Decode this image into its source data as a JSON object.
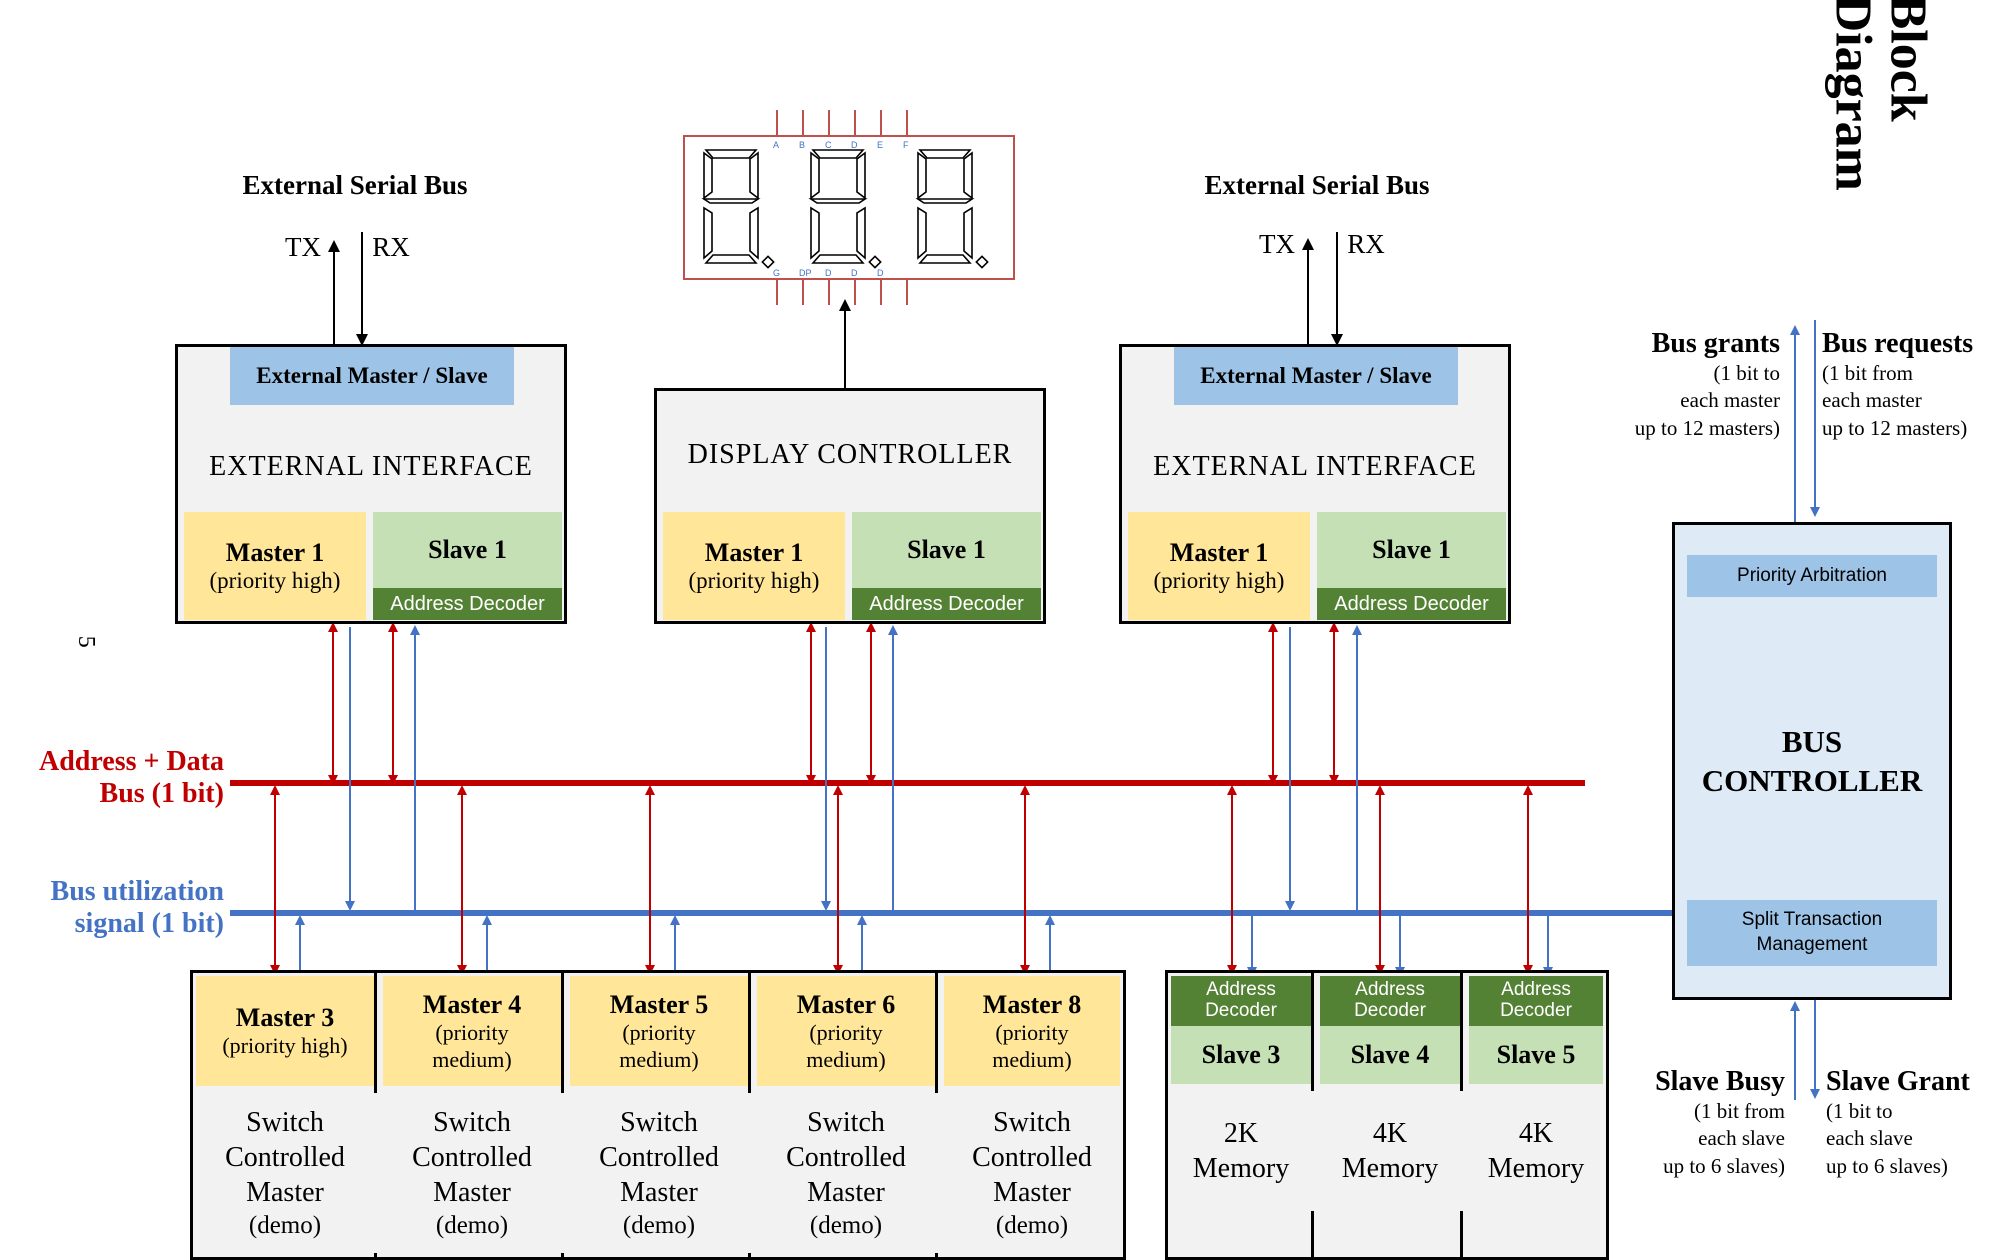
{
  "title": "Block Diagram",
  "page_number": "5",
  "ext_left": {
    "bus_label": "External Serial Bus",
    "tx": "TX",
    "rx": "RX",
    "master_slave": "External Master / Slave",
    "name": "EXTERNAL  INTERFACE",
    "master": "Master 1",
    "master_priority": "(priority  high)",
    "slave": "Slave 1",
    "decoder": "Address Decoder"
  },
  "display": {
    "name": "DISPLAY  CONTROLLER",
    "master": "Master 1",
    "master_priority": "(priority  high)",
    "slave": "Slave 1",
    "decoder": "Address Decoder",
    "seg_top_labels": [
      "A",
      "B",
      "C",
      "D",
      "E",
      "F"
    ],
    "seg_bottom_labels": [
      "G",
      "DP",
      "D",
      "D",
      "D"
    ]
  },
  "ext_right": {
    "bus_label": "External Serial Bus",
    "tx": "TX",
    "rx": "RX",
    "master_slave": "External Master / Slave",
    "name": "EXTERNAL  INTERFACE",
    "master": "Master 1",
    "master_priority": "(priority  high)",
    "slave": "Slave 1",
    "decoder": "Address Decoder"
  },
  "buses": {
    "addr_line1": "Address + Data",
    "addr_line2": "Bus (1 bit)",
    "util_line1": "Bus utilization",
    "util_line2": "signal (1 bit)",
    "addr_color": "#c00000",
    "util_color": "#4472c4"
  },
  "bottom_masters": [
    {
      "name": "Master 3",
      "priority": [
        "(priority  high)"
      ],
      "desc": [
        "Switch",
        "Controlled",
        "Master",
        "(demo)"
      ]
    },
    {
      "name": "Master 4",
      "priority": [
        "(priority",
        "medium)"
      ],
      "desc": [
        "Switch",
        "Controlled",
        "Master",
        "(demo)"
      ]
    },
    {
      "name": "Master 5",
      "priority": [
        "(priority",
        "medium)"
      ],
      "desc": [
        "Switch",
        "Controlled",
        "Master",
        "(demo)"
      ]
    },
    {
      "name": "Master 6",
      "priority": [
        "(priority",
        "medium)"
      ],
      "desc": [
        "Switch",
        "Controlled",
        "Master",
        "(demo)"
      ]
    },
    {
      "name": "Master 8",
      "priority": [
        "(priority",
        "medium)"
      ],
      "desc": [
        "Switch",
        "Controlled",
        "Master",
        "(demo)"
      ]
    }
  ],
  "bottom_slaves": [
    {
      "decoder": [
        "Address",
        "Decoder"
      ],
      "name": "Slave 3",
      "mem": [
        "2K",
        "Memory"
      ]
    },
    {
      "decoder": [
        "Address",
        "Decoder"
      ],
      "name": "Slave 4",
      "mem": [
        "4K",
        "Memory"
      ]
    },
    {
      "decoder": [
        "Address",
        "Decoder"
      ],
      "name": "Slave 5",
      "mem": [
        "4K",
        "Memory"
      ]
    }
  ],
  "bus_controller": {
    "priority": "Priority Arbitration",
    "name_line1": "BUS",
    "name_line2": "CONTROLLER",
    "split_line1": "Split Transaction",
    "split_line2": "Management"
  },
  "grants": {
    "head": "Bus grants",
    "lines": [
      "(1 bit to",
      "each master",
      "up to 12 masters)"
    ]
  },
  "requests": {
    "head": "Bus requests",
    "lines": [
      "(1 bit from",
      "each master",
      "up to 12 masters)"
    ]
  },
  "slave_busy": {
    "head": "Slave Busy",
    "lines": [
      "(1 bit from",
      "each slave",
      "up to 6 slaves)"
    ]
  },
  "slave_grant": {
    "head": "Slave Grant",
    "lines": [
      "(1 bit to",
      "each slave",
      "up to 6 slaves)"
    ]
  }
}
